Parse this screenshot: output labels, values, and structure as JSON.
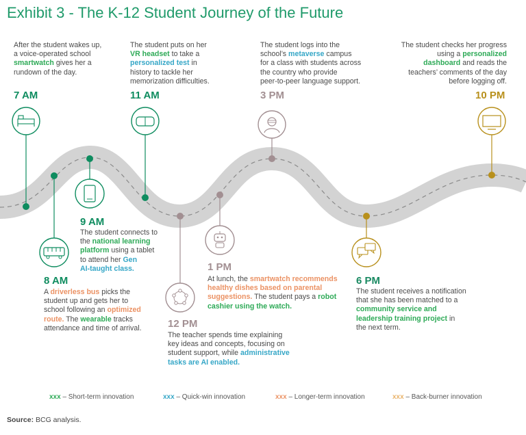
{
  "title": "Exhibit 3 - The K-12 Student Journey of the Future",
  "events": {
    "e7": {
      "time": "7 AM",
      "text": [
        "After the student wakes up,",
        "a voice-operated school",
        "smartwatch",
        " gives her a",
        "rundown of the day."
      ]
    },
    "e11": {
      "time": "11 AM",
      "text": [
        "The student puts on her",
        "VR headset",
        " to take a",
        "personalized test",
        " in",
        "history to tackle her",
        "memorization difficulties."
      ]
    },
    "e3": {
      "time": "3 PM",
      "text": [
        "The student logs into the",
        "school’s ",
        "metaverse",
        " campus",
        "for a class with students across",
        "the country who provide",
        "peer-to-peer language support."
      ]
    },
    "e10": {
      "time": "10 PM",
      "text": [
        "The student checks her progress",
        "using a ",
        "personalized",
        "dashboard",
        " and reads the",
        "teachers’ comments of the day",
        "before logging off."
      ]
    },
    "e9": {
      "time": "9 AM",
      "text": [
        "The student connects to",
        "the ",
        "national learning",
        "platform",
        " using a tablet",
        "to attend her ",
        "Gen",
        "AI-taught class."
      ]
    },
    "e8": {
      "time": "8 AM",
      "text": [
        "A ",
        "driverless bus",
        " picks the",
        "student up and gets her to",
        "school following an ",
        "optimized",
        "route.",
        " The ",
        "wearable",
        " tracks",
        "attendance and time of arrival."
      ]
    },
    "e1": {
      "time": "1 PM",
      "text": [
        "At lunch, the ",
        "smartwatch recommends",
        "healthy dishes based on parental",
        "suggestions.",
        " The student pays a ",
        "robot",
        "cashier using the watch."
      ]
    },
    "e12": {
      "time": "12 PM",
      "text": [
        "The teacher spends time explaining",
        "key ideas and concepts, focusing on",
        "student support, while ",
        "administrative",
        "tasks are AI enabled."
      ]
    },
    "e6": {
      "time": "6 PM",
      "text": [
        "The student receives a notification",
        "that she has been matched to a",
        "community service and",
        "leadership training project",
        " in",
        "the next term."
      ]
    }
  },
  "legend": [
    {
      "key": "xxx",
      "label": " – Short-term innovation",
      "color": "#2eaa57"
    },
    {
      "key": "xxx",
      "label": " – Quick-win innovation",
      "color": "#36a7c7"
    },
    {
      "key": "xxx",
      "label": " – Longer-term innovation",
      "color": "#eb9264"
    },
    {
      "key": "xxx",
      "label": " – Back-burner innovation",
      "color": "#e9b36a"
    }
  ],
  "source": {
    "label": "Source:",
    "text": " BCG analysis."
  },
  "colors": {
    "title": "#1f9a6a",
    "road": "#d3d3d3",
    "green_marker": "#0e8c5f",
    "gray_marker": "#a28f92",
    "gold_marker": "#b8901c",
    "short_term": "#2eaa57",
    "quick_win": "#36a7c7",
    "longer_term": "#eb9264",
    "back_burner": "#e9b36a"
  },
  "icons": [
    "bed-icon",
    "vr-headset-icon",
    "student-avatar-icon",
    "monitor-icon",
    "tablet-icon",
    "bus-icon",
    "robot-icon",
    "group-network-icon",
    "chat-bubbles-icon"
  ]
}
